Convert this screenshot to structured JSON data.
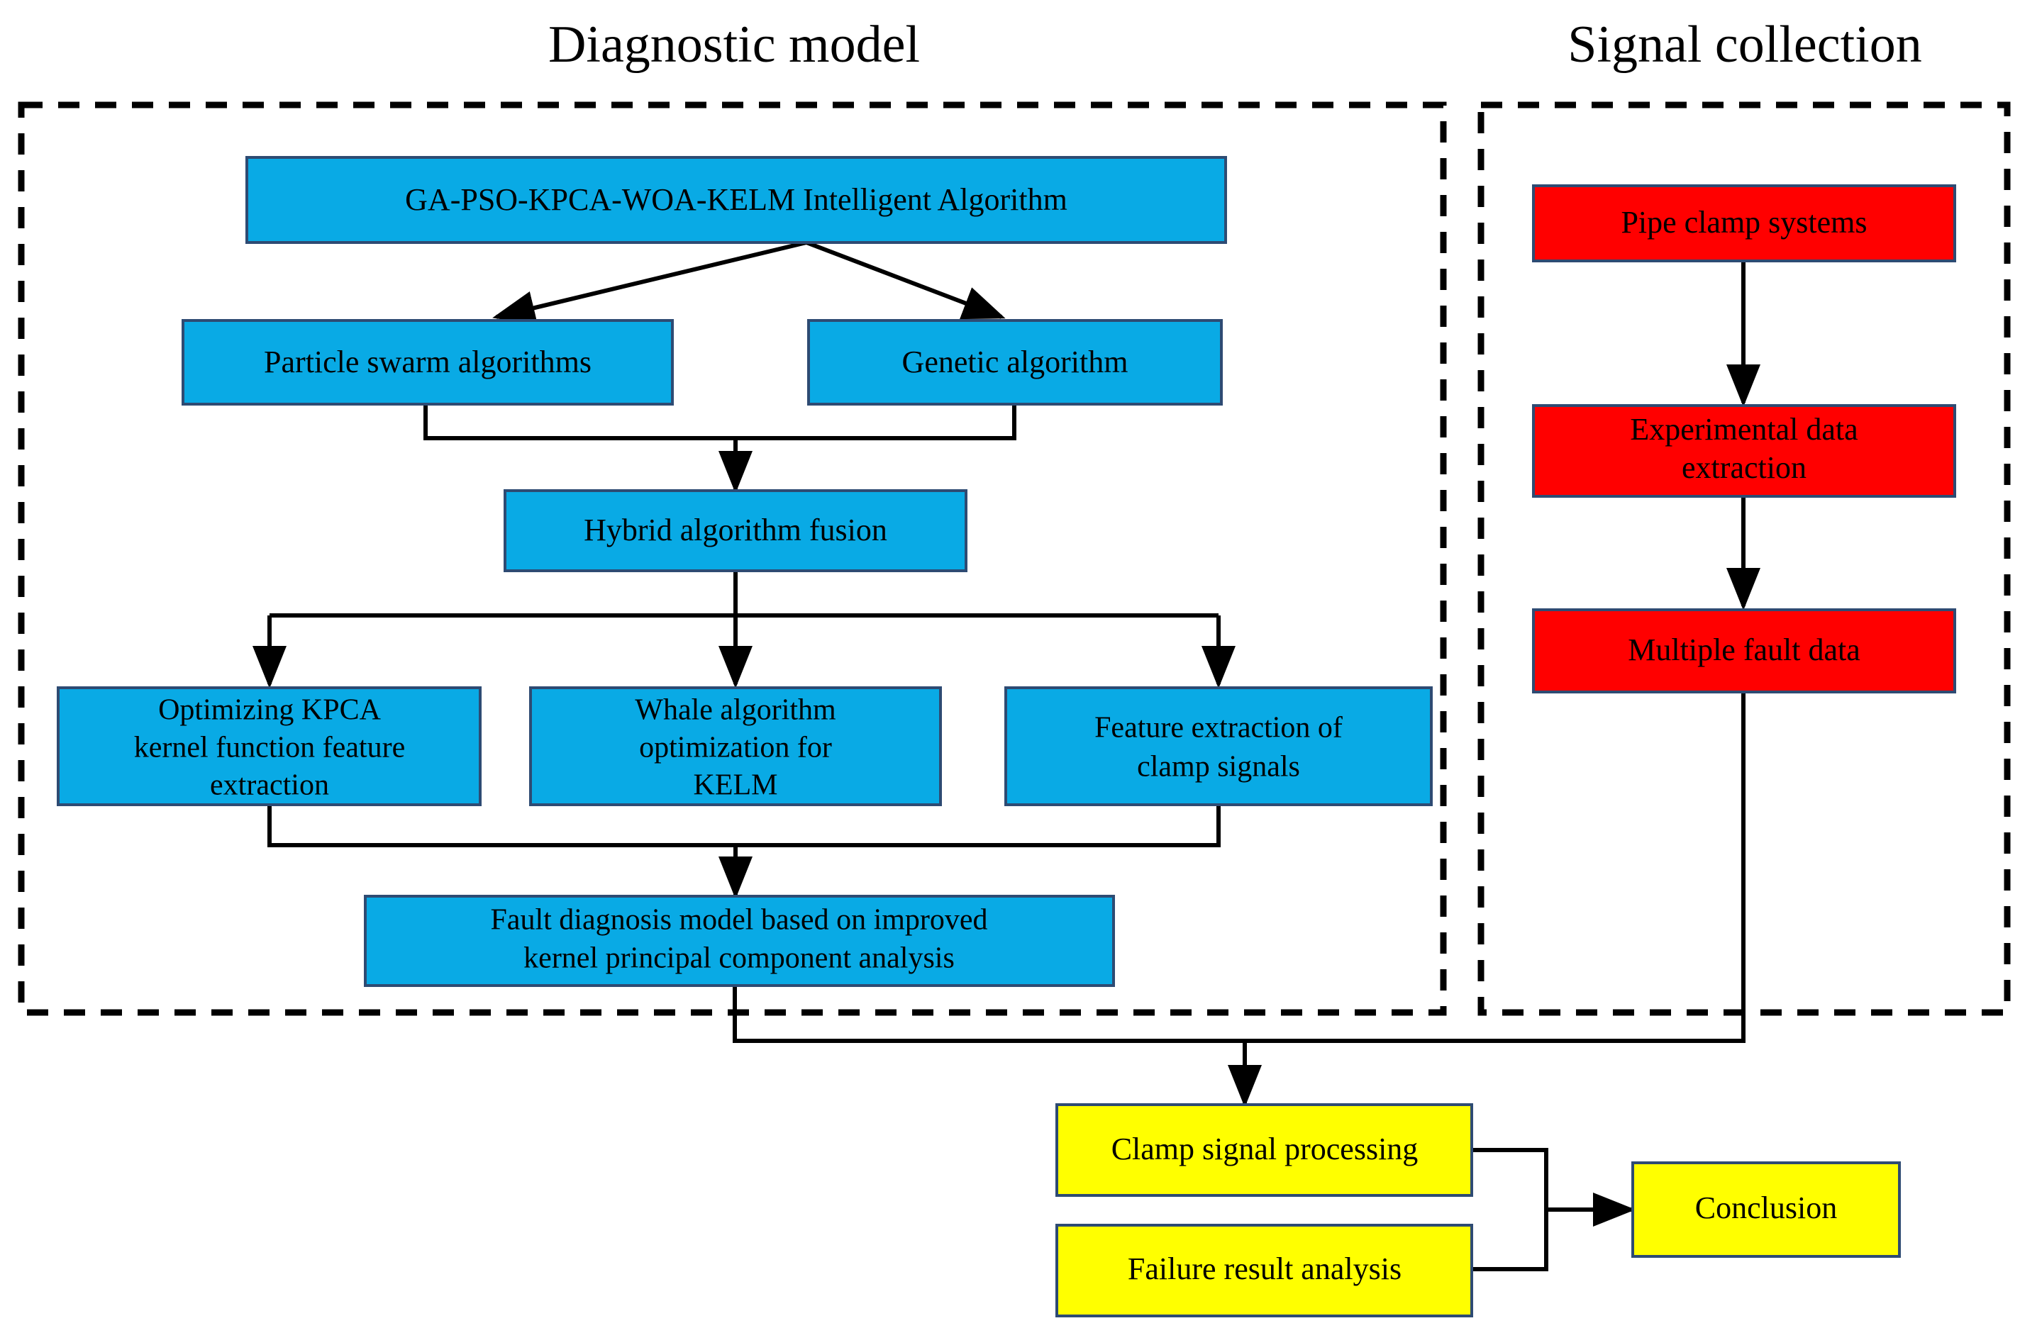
{
  "diagram": {
    "title_left": "Diagnostic model",
    "title_right": "Signal collection",
    "colors": {
      "blue": "#09AAE5",
      "red": "#FF0000",
      "yellow": "#FFFF00",
      "node_border": "#2e4b73",
      "edge": "#000000",
      "panel_border": "#000000",
      "background": "#ffffff"
    },
    "panels": [
      {
        "name": "diagnostic-model-panel",
        "title": "Diagnostic model"
      },
      {
        "name": "signal-collection-panel",
        "title": "Signal collection"
      }
    ],
    "nodes": {
      "algorithm": {
        "label": "GA-PSO-KPCA-WOA-KELM Intelligent Algorithm",
        "color": "blue"
      },
      "pso": {
        "label": "Particle swarm algorithms",
        "color": "blue"
      },
      "ga": {
        "label": "Genetic algorithm",
        "color": "blue"
      },
      "fusion": {
        "label": "Hybrid algorithm fusion",
        "color": "blue"
      },
      "kpca": {
        "line1": "Optimizing KPCA",
        "line2": "kernel function feature",
        "line3": "extraction",
        "color": "blue"
      },
      "woa": {
        "line1": "Whale algorithm",
        "line2": "optimization for",
        "line3": "KELM",
        "color": "blue"
      },
      "feature": {
        "line1": "Feature extraction of",
        "line2": "clamp signals",
        "color": "blue"
      },
      "faultmodel": {
        "line1": "Fault diagnosis model based on improved",
        "line2": "kernel principal component analysis",
        "color": "blue"
      },
      "pipeclamp": {
        "label": "Pipe clamp systems",
        "color": "red"
      },
      "expdata": {
        "line1": "Experimental data",
        "line2": "extraction",
        "color": "red"
      },
      "multifault": {
        "label": "Multiple fault data",
        "color": "red"
      },
      "clampproc": {
        "label": "Clamp signal processing",
        "color": "yellow"
      },
      "failureres": {
        "label": "Failure result analysis",
        "color": "yellow"
      },
      "conclusion": {
        "label": "Conclusion",
        "color": "yellow"
      }
    }
  }
}
